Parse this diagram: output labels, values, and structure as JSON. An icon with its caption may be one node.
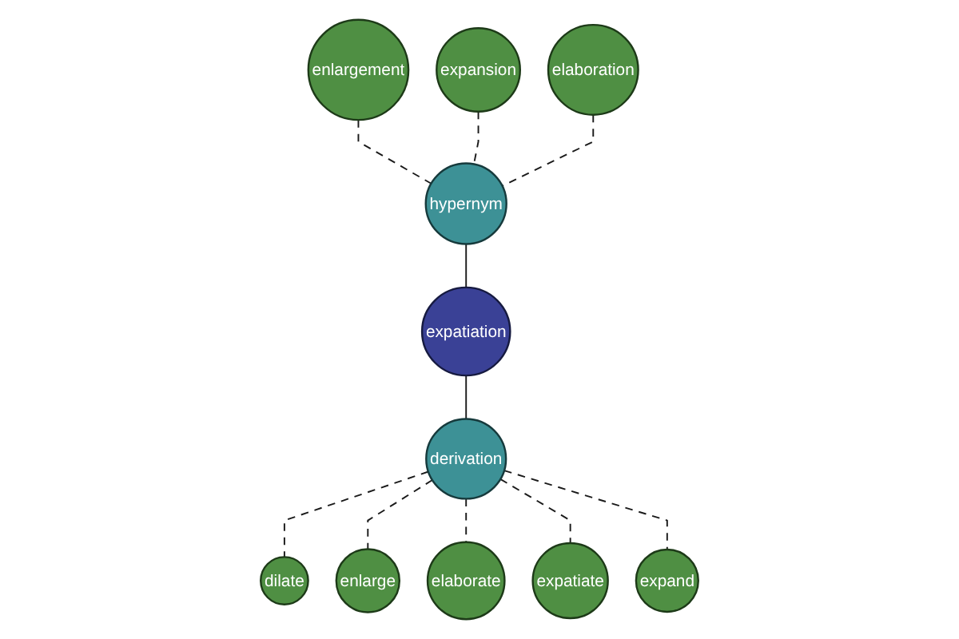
{
  "diagram": {
    "nodes": [
      {
        "text": [
          "expansion"
        ]
      },
      {
        "text": [
          "enlargement"
        ]
      },
      {
        "text": [
          "elaboration"
        ]
      },
      {
        "text": [
          "hypernym"
        ]
      },
      {
        "text": [
          "expatiation"
        ]
      },
      {
        "text": [
          "dilate"
        ]
      },
      {
        "text": [
          "derivation"
        ]
      },
      {
        "text": [
          "enlarge"
        ]
      },
      {
        "text": [
          "expand"
        ]
      },
      {
        "text": [
          "elaborate"
        ]
      },
      {
        "text": [
          "expatiate"
        ]
      }
    ],
    "edges": [
      {
        "from": 1,
        "to": 3,
        "arrow": "none",
        "style": "dashed"
      },
      {
        "from": 0,
        "to": 3,
        "arrow": "none",
        "style": "dashed"
      },
      {
        "from": 2,
        "to": 3,
        "arrow": "none",
        "style": "dashed"
      },
      {
        "from": 3,
        "to": 4,
        "arrow": "none"
      },
      {
        "from": 4,
        "to": 6,
        "arrow": "none"
      },
      {
        "from": 6,
        "to": 5,
        "arrow": "none",
        "style": "dashed"
      },
      {
        "from": 6,
        "to": 7,
        "arrow": "none",
        "style": "dashed"
      },
      {
        "from": 6,
        "to": 9,
        "arrow": "none",
        "style": "dashed"
      },
      {
        "from": 6,
        "to": 10,
        "arrow": "none",
        "style": "dashed"
      },
      {
        "from": 6,
        "to": 8,
        "arrow": "none",
        "style": "dashed"
      }
    ]
  }
}
